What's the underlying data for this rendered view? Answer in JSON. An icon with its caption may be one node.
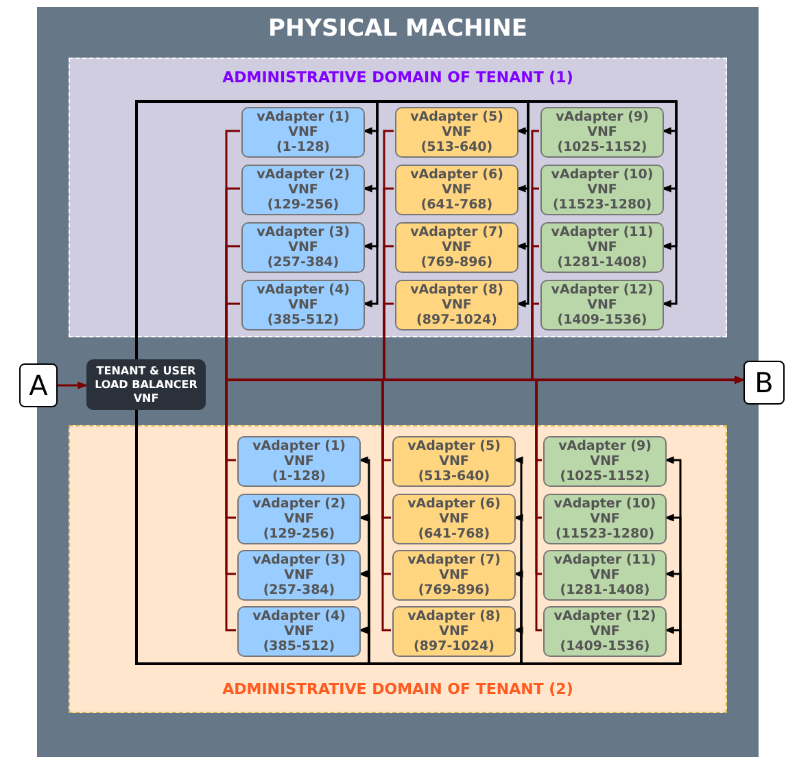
{
  "diagram": {
    "nodes": [
      {
        "text": [
          "PHYSICAL MACHINE"
        ]
      },
      {
        "text": [
          "ADMINISTRATIVE DOMAIN OF TENANT (1)"
        ],
        "in": 0
      },
      {
        "text": [
          "vAdapter (1)",
          "VNF",
          "(1-128)"
        ],
        "in": 1
      },
      {
        "text": [
          "vAdapter (2)",
          "VNF",
          "(129-256)"
        ],
        "in": 1
      },
      {
        "text": [
          "vAdapter (3)",
          "VNF",
          "(257-384)"
        ],
        "in": 1
      },
      {
        "text": [
          "vAdapter (4)",
          "VNF",
          "(385-512)"
        ],
        "in": 1
      },
      {
        "text": [
          "vAdapter (5)",
          "VNF",
          "(513-640)"
        ],
        "in": 1
      },
      {
        "text": [
          "vAdapter (6)",
          "VNF",
          "(641-768)"
        ],
        "in": 1
      },
      {
        "text": [
          "vAdapter (7)",
          "VNF",
          "(769-896)"
        ],
        "in": 1
      },
      {
        "text": [
          "vAdapter (8)",
          "VNF",
          "(897-1024)"
        ],
        "in": 1
      },
      {
        "text": [
          "vAdapter (9)",
          "VNF",
          "(1025-1152)"
        ],
        "in": 1
      },
      {
        "text": [
          "vAdapter (10)",
          "VNF",
          "(11523-1280)"
        ],
        "in": 1
      },
      {
        "text": [
          "vAdapter (11)",
          "VNF",
          "(1281-1408)"
        ],
        "in": 1
      },
      {
        "text": [
          "vAdapter (12)",
          "VNF",
          "(1409-1536)"
        ],
        "in": 1
      },
      {
        "text": [
          "A"
        ]
      },
      {
        "text": [
          "TENANT & USER LOAD BALANCER VNF"
        ],
        "in": 0
      },
      {
        "text": [
          "B"
        ]
      },
      {
        "text": [
          "ADMINISTRATIVE DOMAIN OF TENANT (2)"
        ],
        "in": 0
      },
      {
        "text": [
          "vAdapter (1)",
          "VNF",
          "(1-128)"
        ],
        "in": 17
      },
      {
        "text": [
          "vAdapter (2)",
          "VNF",
          "(129-256)"
        ],
        "in": 17
      },
      {
        "text": [
          "vAdapter (3)",
          "VNF",
          "(257-384)"
        ],
        "in": 17
      },
      {
        "text": [
          "vAdapter (4)",
          "VNF",
          "(385-512)"
        ],
        "in": 17
      },
      {
        "text": [
          "vAdapter (5)",
          "VNF",
          "(513-640)"
        ],
        "in": 17
      },
      {
        "text": [
          "vAdapter (6)",
          "VNF",
          "(641-768)"
        ],
        "in": 17
      },
      {
        "text": [
          "vAdapter (7)",
          "VNF",
          "(769-896)"
        ],
        "in": 17
      },
      {
        "text": [
          "vAdapter (8)",
          "VNF",
          "(897-1024)"
        ],
        "in": 17
      },
      {
        "text": [
          "vAdapter (9)",
          "VNF",
          "(1025-1152)"
        ],
        "in": 17
      },
      {
        "text": [
          "vAdapter (10)",
          "VNF",
          "(11523-1280)"
        ],
        "in": 17
      },
      {
        "text": [
          "vAdapter (11)",
          "VNF",
          "(1281-1408)"
        ],
        "in": 17
      },
      {
        "text": [
          "vAdapter (12)",
          "VNF",
          "(1409-1536)"
        ],
        "in": 17
      }
    ],
    "edges": [
      {
        "from": 14,
        "to": 15,
        "arrow": "to"
      },
      {
        "from": 15,
        "to": 2,
        "arrow": "to",
        "color": "#000000"
      },
      {
        "from": 15,
        "to": 3,
        "arrow": "to",
        "color": "#000000"
      },
      {
        "from": 15,
        "to": 4,
        "arrow": "to",
        "color": "#000000"
      },
      {
        "from": 15,
        "to": 5,
        "arrow": "to",
        "color": "#000000"
      },
      {
        "from": 15,
        "to": 6,
        "arrow": "to",
        "color": "#000000"
      },
      {
        "from": 15,
        "to": 7,
        "arrow": "to",
        "color": "#000000"
      },
      {
        "from": 15,
        "to": 8,
        "arrow": "to",
        "color": "#000000"
      },
      {
        "from": 15,
        "to": 9,
        "arrow": "to",
        "color": "#000000"
      },
      {
        "from": 15,
        "to": 10,
        "arrow": "to",
        "color": "#000000"
      },
      {
        "from": 15,
        "to": 11,
        "arrow": "to",
        "color": "#000000"
      },
      {
        "from": 15,
        "to": 12,
        "arrow": "to",
        "color": "#000000"
      },
      {
        "from": 15,
        "to": 13,
        "arrow": "to",
        "color": "#000000"
      },
      {
        "from": 15,
        "to": 18,
        "arrow": "to",
        "color": "#000000"
      },
      {
        "from": 15,
        "to": 19,
        "arrow": "to",
        "color": "#000000"
      },
      {
        "from": 15,
        "to": 20,
        "arrow": "to",
        "color": "#000000"
      },
      {
        "from": 15,
        "to": 21,
        "arrow": "to",
        "color": "#000000"
      },
      {
        "from": 15,
        "to": 22,
        "arrow": "to",
        "color": "#000000"
      },
      {
        "from": 15,
        "to": 23,
        "arrow": "to",
        "color": "#000000"
      },
      {
        "from": 15,
        "to": 24,
        "arrow": "to",
        "color": "#000000"
      },
      {
        "from": 15,
        "to": 25,
        "arrow": "to",
        "color": "#000000"
      },
      {
        "from": 15,
        "to": 26,
        "arrow": "to",
        "color": "#000000"
      },
      {
        "from": 15,
        "to": 27,
        "arrow": "to",
        "color": "#000000"
      },
      {
        "from": 15,
        "to": 28,
        "arrow": "to",
        "color": "#000000"
      },
      {
        "from": 15,
        "to": 29,
        "arrow": "to",
        "color": "#000000"
      },
      {
        "from": 2,
        "to": 16,
        "arrow": "to"
      },
      {
        "from": 3,
        "to": 16,
        "arrow": "to"
      },
      {
        "from": 4,
        "to": 16,
        "arrow": "to"
      },
      {
        "from": 5,
        "to": 16,
        "arrow": "to"
      },
      {
        "from": 6,
        "to": 16,
        "arrow": "to"
      },
      {
        "from": 7,
        "to": 16,
        "arrow": "to"
      },
      {
        "from": 8,
        "to": 16,
        "arrow": "to"
      },
      {
        "from": 9,
        "to": 16,
        "arrow": "to"
      },
      {
        "from": 10,
        "to": 16,
        "arrow": "to"
      },
      {
        "from": 11,
        "to": 16,
        "arrow": "to"
      },
      {
        "from": 12,
        "to": 16,
        "arrow": "to"
      },
      {
        "from": 13,
        "to": 16,
        "arrow": "to"
      },
      {
        "from": 18,
        "to": 16,
        "arrow": "to"
      },
      {
        "from": 19,
        "to": 16,
        "arrow": "to"
      },
      {
        "from": 20,
        "to": 16,
        "arrow": "to"
      },
      {
        "from": 21,
        "to": 16,
        "arrow": "to"
      },
      {
        "from": 22,
        "to": 16,
        "arrow": "to"
      },
      {
        "from": 23,
        "to": 16,
        "arrow": "to"
      },
      {
        "from": 24,
        "to": 16,
        "arrow": "to"
      },
      {
        "from": 25,
        "to": 16,
        "arrow": "to"
      },
      {
        "from": 26,
        "to": 16,
        "arrow": "to"
      },
      {
        "from": 27,
        "to": 16,
        "arrow": "to"
      },
      {
        "from": 28,
        "to": 16,
        "arrow": "to"
      },
      {
        "from": 29,
        "to": 16,
        "arrow": "to"
      }
    ]
  }
}
